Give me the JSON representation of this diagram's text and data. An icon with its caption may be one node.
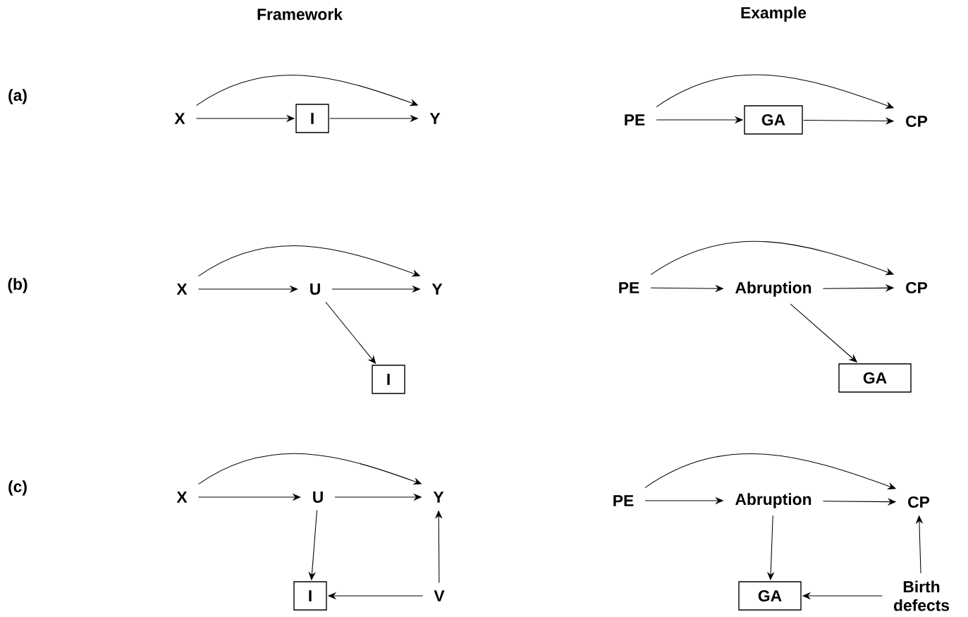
{
  "diagram": {
    "nodes": [
      {
        "text": [
          "X"
        ]
      },
      {
        "text": [
          "I"
        ]
      },
      {
        "text": [
          "Y"
        ]
      },
      {
        "text": [
          "PE"
        ]
      },
      {
        "text": [
          "GA"
        ]
      },
      {
        "text": [
          "CP"
        ]
      },
      {
        "text": [
          "X"
        ]
      },
      {
        "text": [
          "U"
        ]
      },
      {
        "text": [
          "Y"
        ]
      },
      {
        "text": [
          "PE"
        ]
      },
      {
        "text": [
          "Abruption"
        ]
      },
      {
        "text": [
          "CP"
        ]
      },
      {
        "text": [
          "I"
        ]
      },
      {
        "text": [
          "GA"
        ]
      },
      {
        "text": [
          "X"
        ]
      },
      {
        "text": [
          "U"
        ]
      },
      {
        "text": [
          "Y"
        ]
      },
      {
        "text": [
          "PE"
        ]
      },
      {
        "text": [
          "Abruption"
        ]
      },
      {
        "text": [
          "CP"
        ]
      },
      {
        "text": [
          "I"
        ]
      },
      {
        "text": [
          "V"
        ]
      },
      {
        "text": [
          "GA"
        ]
      },
      {
        "text": [
          "Birth defects"
        ]
      }
    ],
    "edges": [
      {
        "from": 0,
        "to": 1,
        "arrow": "to"
      },
      {
        "from": 1,
        "to": 2,
        "arrow": "to"
      },
      {
        "from": 0,
        "to": 2,
        "arrow": "to"
      },
      {
        "from": 3,
        "to": 4,
        "arrow": "to"
      },
      {
        "from": 4,
        "to": 5,
        "arrow": "to"
      },
      {
        "from": 3,
        "to": 5,
        "arrow": "to"
      },
      {
        "from": 6,
        "to": 7,
        "arrow": "to"
      },
      {
        "from": 7,
        "to": 8,
        "arrow": "to"
      },
      {
        "from": 6,
        "to": 8,
        "arrow": "to"
      },
      {
        "from": 7,
        "to": 12,
        "arrow": "to"
      },
      {
        "from": 9,
        "to": 10,
        "arrow": "to"
      },
      {
        "from": 10,
        "to": 11,
        "arrow": "to"
      },
      {
        "from": 9,
        "to": 11,
        "arrow": "to"
      },
      {
        "from": 10,
        "to": 13,
        "arrow": "to"
      },
      {
        "from": 14,
        "to": 15,
        "arrow": "to"
      },
      {
        "from": 15,
        "to": 16,
        "arrow": "to"
      },
      {
        "from": 14,
        "to": 16,
        "arrow": "to"
      },
      {
        "from": 15,
        "to": 20,
        "arrow": "to"
      },
      {
        "from": 21,
        "to": 20,
        "arrow": "to"
      },
      {
        "from": 21,
        "to": 16,
        "arrow": "to"
      },
      {
        "from": 17,
        "to": 18,
        "arrow": "to"
      },
      {
        "from": 18,
        "to": 19,
        "arrow": "to"
      },
      {
        "from": 17,
        "to": 19,
        "arrow": "to"
      },
      {
        "from": 18,
        "to": 22,
        "arrow": "to"
      },
      {
        "from": 23,
        "to": 22,
        "arrow": "to"
      },
      {
        "from": 23,
        "to": 19,
        "arrow": "to"
      }
    ],
    "labels": [
      "Framework",
      "Example",
      "(a)",
      "(b)",
      "(c)"
    ]
  }
}
